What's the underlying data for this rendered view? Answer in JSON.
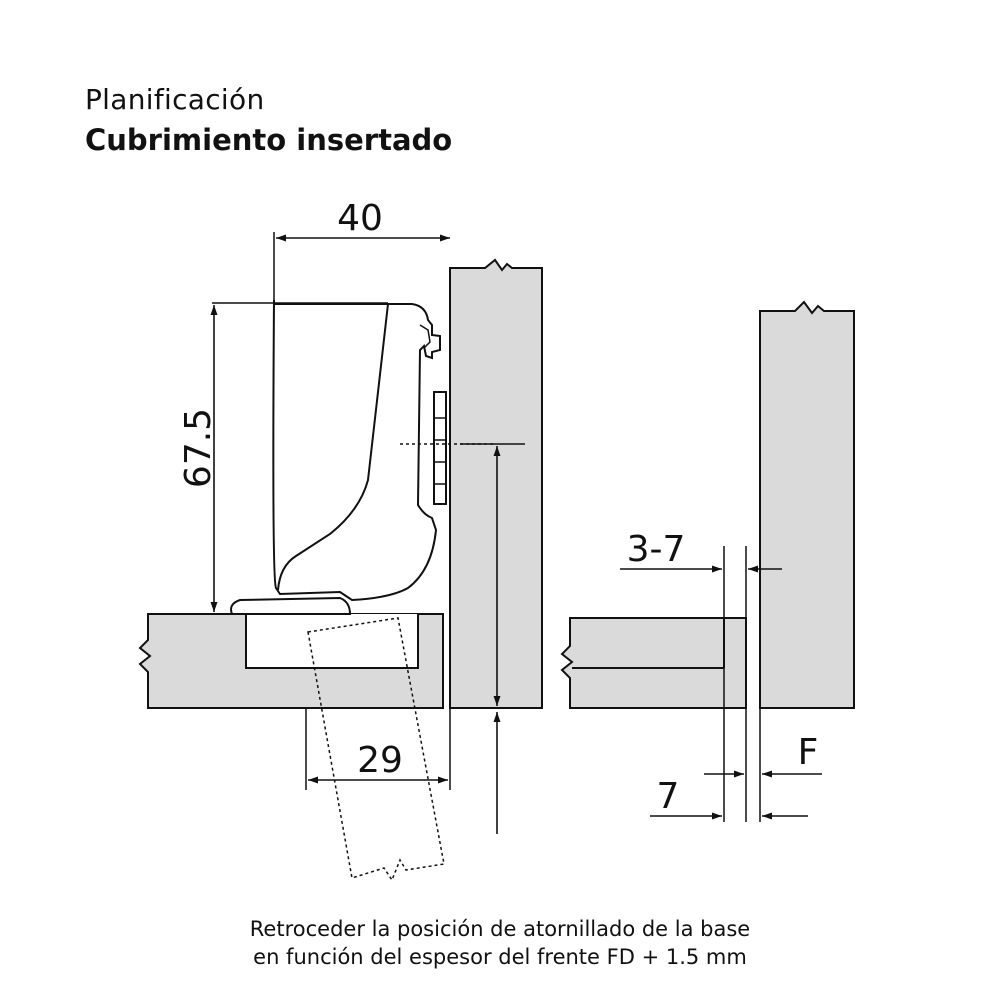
{
  "header": {
    "title": "Planificación",
    "subtitle": "Cubrimiento insertado"
  },
  "dimensions": {
    "width_40": "40",
    "height_67_5": "67.5",
    "cup_29": "29",
    "range_3_7": "3-7",
    "gap_7": "7",
    "label_f": "F"
  },
  "footer": {
    "line1": "Retroceder la posición de atornillado de la base",
    "line2": "en función del espesor del frente FD + 1.5 mm"
  },
  "colors": {
    "panel_fill": "#dadada",
    "line": "#111111"
  }
}
